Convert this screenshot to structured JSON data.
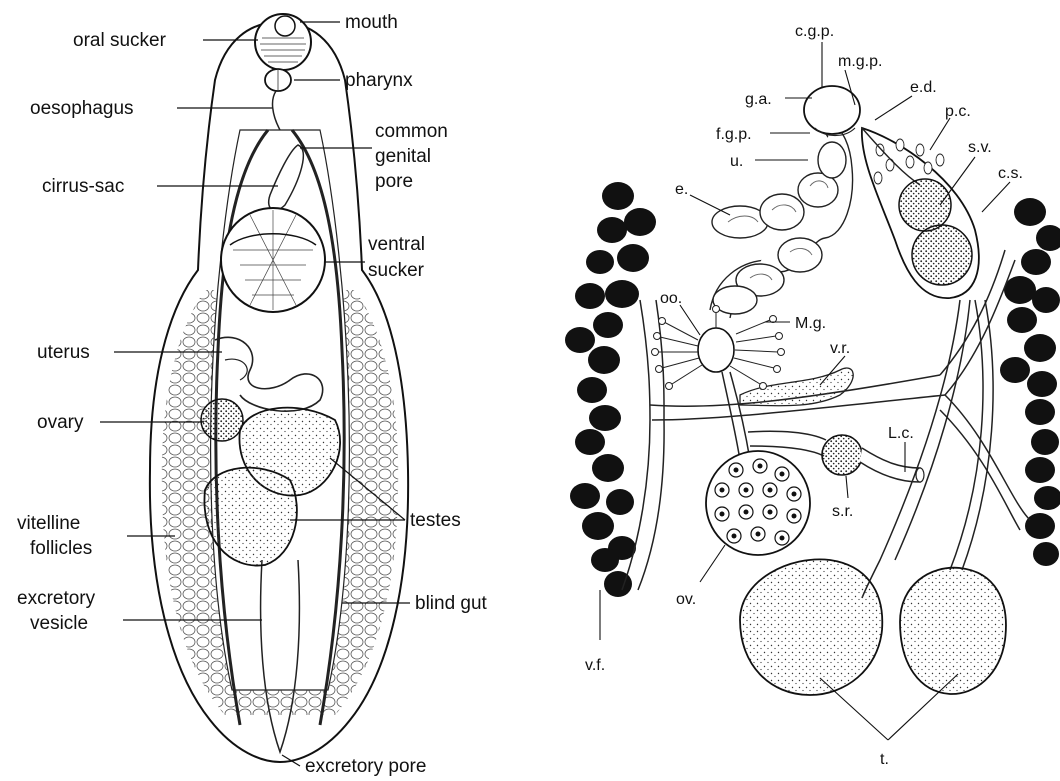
{
  "left_figure": {
    "labels": {
      "mouth": "mouth",
      "oral_sucker": "oral sucker",
      "pharynx": "pharynx",
      "oesophagus": "oesophagus",
      "common_genital_pore_1": "common",
      "common_genital_pore_2": "genital",
      "common_genital_pore_3": "pore",
      "cirrus_sac": "cirrus-sac",
      "ventral_sucker_1": "ventral",
      "ventral_sucker_2": "sucker",
      "uterus": "uterus",
      "ovary": "ovary",
      "testes": "testes",
      "vitelline_follicles_1": "vitelline",
      "vitelline_follicles_2": "follicles",
      "excretory_vesicle_1": "excretory",
      "excretory_vesicle_2": "vesicle",
      "blind_gut": "blind gut",
      "excretory_pore": "excretory pore"
    }
  },
  "right_figure": {
    "labels": {
      "cgp": "c.g.p.",
      "mgp": "m.g.p.",
      "ga": "g.a.",
      "ed": "e.d.",
      "fgp": "f.g.p.",
      "pc": "p.c.",
      "u": "u.",
      "sv": "s.v.",
      "e": "e.",
      "cs": "c.s.",
      "oo": "oo.",
      "mg": "M.g.",
      "vr": "v.r.",
      "lc": "L.c.",
      "sr": "s.r.",
      "ov": "ov.",
      "vf": "v.f.",
      "t": "t."
    }
  }
}
